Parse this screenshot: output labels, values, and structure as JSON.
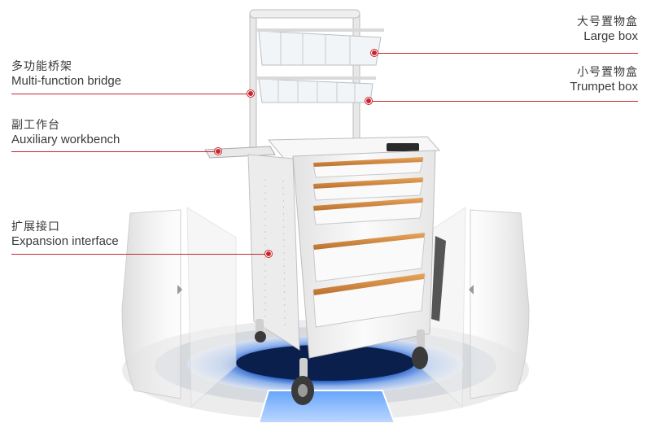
{
  "callouts": {
    "large_box": {
      "zh": "大号置物盒",
      "en": "Large box"
    },
    "trumpet_box": {
      "zh": "小号置物盒",
      "en": "Trumpet box"
    },
    "bridge": {
      "zh": "多功能桥架",
      "en": "Multi-function bridge"
    },
    "workbench": {
      "zh": "副工作台",
      "en": "Auxiliary workbench"
    },
    "expansion": {
      "zh": "扩展接口",
      "en": "Expansion interface"
    }
  },
  "colors": {
    "leader_line": "#c8262c",
    "drawer_trim": "#d9934a",
    "cart_body": "#f3f3f3",
    "platform_glow": "#3f7fe0"
  }
}
